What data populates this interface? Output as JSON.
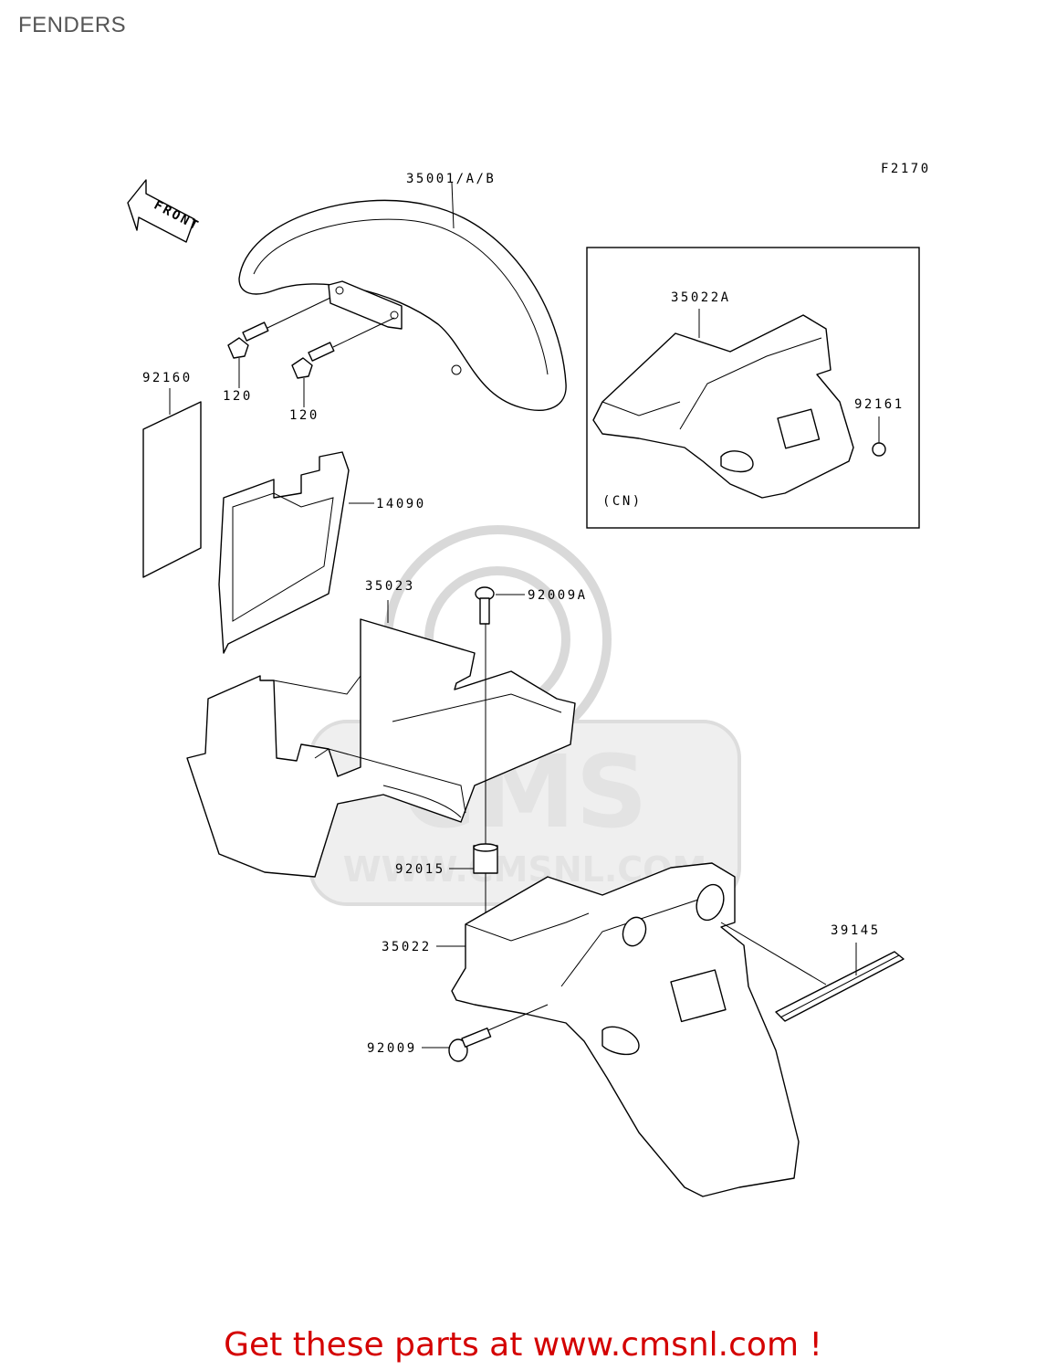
{
  "title": "FENDERS",
  "figure_code": "F2170",
  "front_arrow_label": "FRONT",
  "variant_box_label": "(CN)",
  "watermark": "WWW.CMSNL.COM",
  "watermark_logo": "CMS",
  "parts": [
    {
      "id": "35001",
      "label": "35001/A/B"
    },
    {
      "id": "120a",
      "label": "120"
    },
    {
      "id": "120b",
      "label": "120"
    },
    {
      "id": "92160",
      "label": "92160"
    },
    {
      "id": "14090",
      "label": "14090"
    },
    {
      "id": "35023",
      "label": "35023"
    },
    {
      "id": "92009A",
      "label": "92009A"
    },
    {
      "id": "35022A",
      "label": "35022A"
    },
    {
      "id": "92161",
      "label": "92161"
    },
    {
      "id": "92015",
      "label": "92015"
    },
    {
      "id": "35022",
      "label": "35022"
    },
    {
      "id": "39145",
      "label": "39145"
    },
    {
      "id": "92009",
      "label": "92009"
    }
  ],
  "cta": "Get these parts at www.cmsnl.com !",
  "colors": {
    "cta": "#d40000",
    "title": "#555555",
    "watermark": "#d9d9d9"
  }
}
